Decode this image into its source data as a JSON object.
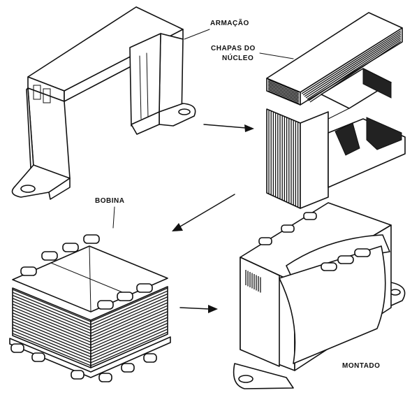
{
  "labels": {
    "frame": "ARMAÇÃO",
    "core_line1": "CHAPAS DO",
    "core_line2": "NÚCLEO",
    "coil": "BOBINA",
    "assembled": "MONTADO"
  },
  "colors": {
    "ink": "#111111",
    "paper": "#ffffff"
  }
}
